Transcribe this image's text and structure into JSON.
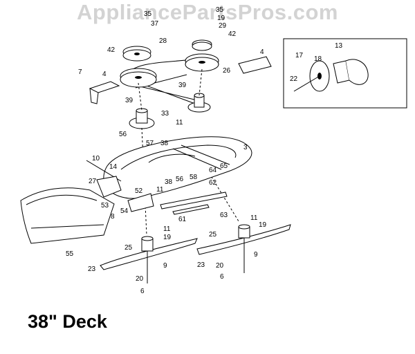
{
  "watermark": "AppliancePartsPros.com",
  "caption": "38\" Deck",
  "callouts": {
    "c35a": "35",
    "c37": "37",
    "c28": "28",
    "c35b": "35",
    "c19a": "19",
    "c29": "29",
    "c42a": "42",
    "c42b": "42",
    "c4a": "4",
    "c26": "26",
    "c7": "7",
    "c4b": "4",
    "c39a": "39",
    "c33": "33",
    "c39b": "39",
    "c11a": "11",
    "c38a": "38",
    "c56a": "56",
    "c57": "57",
    "c3": "3",
    "c10": "10",
    "c14": "14",
    "c27": "27",
    "c52": "52",
    "c11b": "11",
    "c38b": "38",
    "c56b": "56",
    "c58": "58",
    "c64": "64",
    "c65": "65",
    "c62": "62",
    "c53": "53",
    "c54": "54",
    "c8": "8",
    "c61": "61",
    "c63": "63",
    "c55": "55",
    "c11c": "11",
    "c19b": "19",
    "c25a": "25",
    "c23a": "23",
    "c9a": "9",
    "c20a": "20",
    "c6a": "6",
    "c11d": "11",
    "c19c": "19",
    "c25b": "25",
    "c23b": "23",
    "c20b": "20",
    "c9b": "9",
    "c6b": "6",
    "i13": "13",
    "i17": "17",
    "i18": "18",
    "i22": "22"
  }
}
